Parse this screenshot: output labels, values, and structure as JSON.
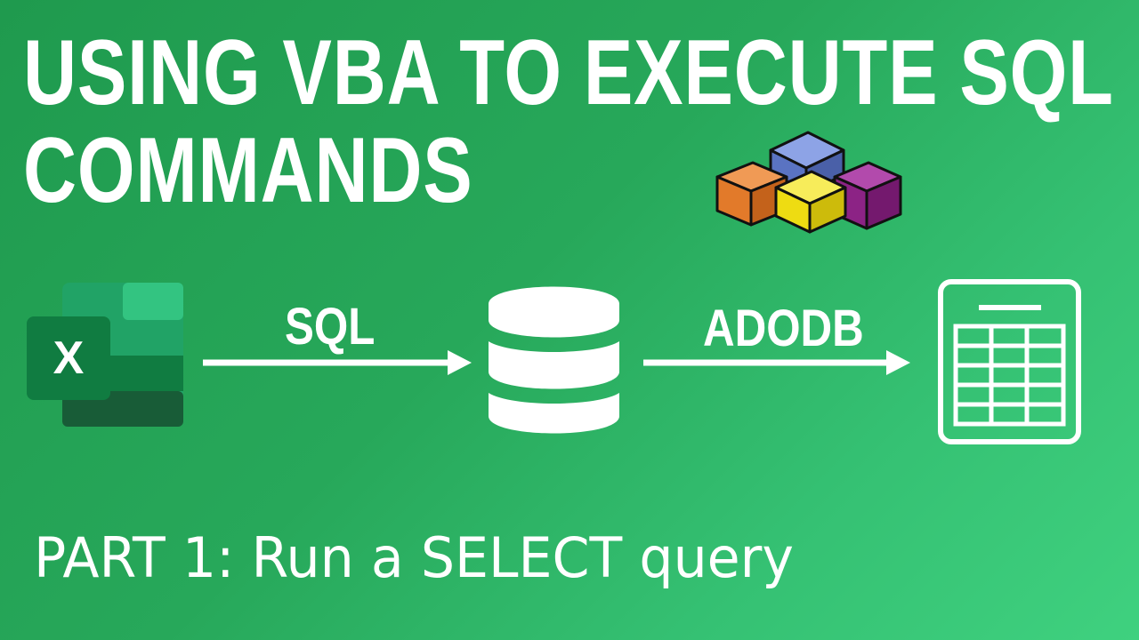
{
  "title": {
    "line1": "USING VBA TO EXECUTE SQL",
    "line2": "COMMANDS"
  },
  "flow": {
    "arrow1_label": "SQL",
    "arrow2_label": "ADODB",
    "excel_icon_letter": "X"
  },
  "subtitle": "PART 1: Run a SELECT query",
  "icons": [
    "excel-icon",
    "cubes-icon",
    "database-icon",
    "table-sheet-icon",
    "arrow-right-icon"
  ],
  "colors": {
    "background_start": "#1f9a4e",
    "background_end": "#3fd17f",
    "text": "#ffffff",
    "cube_orange": "#e8772a",
    "cube_blue": "#6b85d0",
    "cube_yellow": "#f2e11c",
    "cube_purple": "#9b2a94"
  }
}
